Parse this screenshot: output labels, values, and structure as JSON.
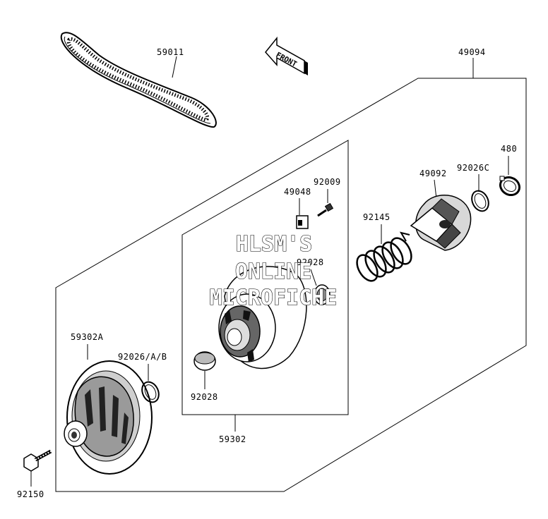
{
  "diagram": {
    "front_label": "FRONT",
    "watermark": [
      "HLSM'S",
      "ONLINE",
      "MICROFICHE"
    ],
    "parts": {
      "belt": "59011",
      "assembly": "49094",
      "circlip": "480",
      "washer_c": "92026C",
      "weight_cam": "49092",
      "spring": "92145",
      "bolt_small": "92009",
      "slider": "49048",
      "bushing_top": "92028",
      "bushing_bottom": "92028",
      "moveable_sheave_assy": "59302",
      "fixed_sheave": "59302A",
      "washer_ab": "92026/A/B",
      "bolt": "92150"
    }
  }
}
